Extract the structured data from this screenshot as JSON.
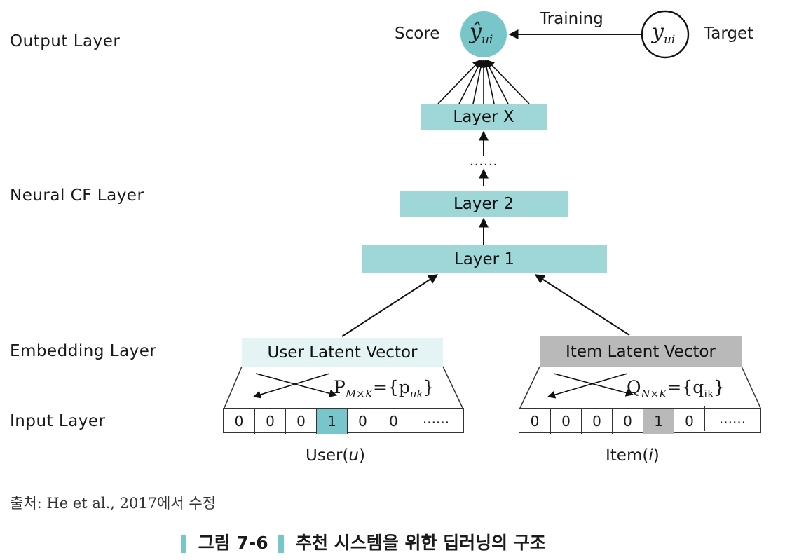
{
  "layers": {
    "output": "Output Layer",
    "neural": "Neural CF Layer",
    "embedding": "Embedding Layer",
    "input": "Input Layer"
  },
  "nodes": {
    "score_label": "Score",
    "score_symbol": "ŷ",
    "score_sub": "ui",
    "training_label": "Training",
    "target_symbol": "y",
    "target_sub": "ui",
    "target_label": "Target",
    "layer_x": "Layer X",
    "dots": "......",
    "layer_2": "Layer 2",
    "layer_1": "Layer 1",
    "user_vector": "User Latent Vector",
    "item_vector": "Item Latent Vector"
  },
  "user_matrix": {
    "letter": "P",
    "sub": "M×K",
    "eq": "={p",
    "inner_sub": "uk",
    "close": "}"
  },
  "item_matrix": {
    "letter": "Q",
    "sub": "N×K",
    "eq": "={q",
    "inner_sub": "ik",
    "close": "}"
  },
  "user_input": {
    "cells": [
      "0",
      "0",
      "0",
      "1",
      "0",
      "0",
      "......"
    ],
    "highlight_index": 3,
    "label_prefix": "User(",
    "label_var": "u",
    "label_suffix": ")"
  },
  "item_input": {
    "cells": [
      "0",
      "0",
      "0",
      "0",
      "1",
      "0",
      "......"
    ],
    "highlight_index": 4,
    "label_prefix": "Item(",
    "label_var": "i",
    "label_suffix": ")"
  },
  "source": "출처: He et al., 2017에서 수정",
  "caption": {
    "title": "그림 7-6",
    "text": "추천 시스템을 위한 딥러닝의 구조"
  },
  "colors": {
    "teal": "#9fd6d8",
    "user_box": "#e4f4f5",
    "gray": "#b9b9b9",
    "accent": "#78c6ca"
  }
}
